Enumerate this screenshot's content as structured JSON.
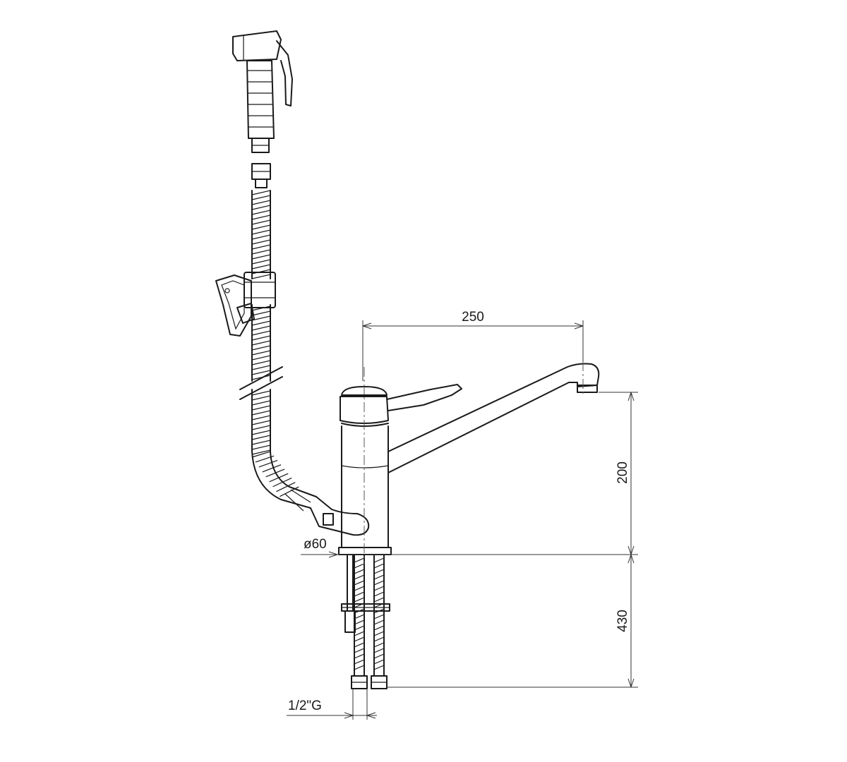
{
  "dimensions": {
    "spout_reach": "250",
    "spout_height": "200",
    "supply_length": "430",
    "base_diameter": "ø60",
    "thread_size": "1/2\"G"
  }
}
